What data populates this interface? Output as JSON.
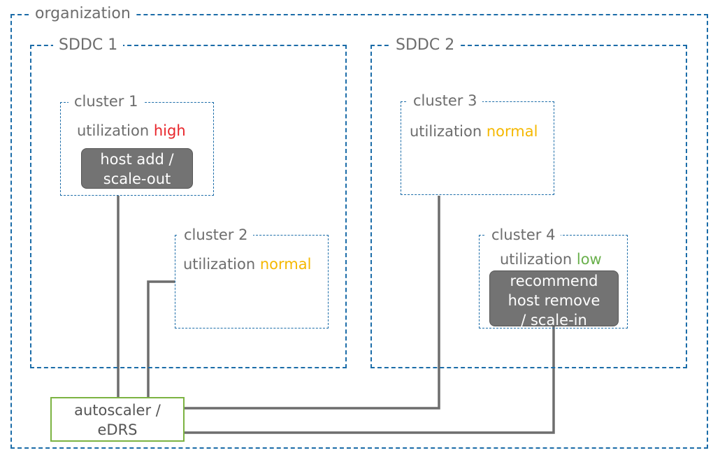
{
  "organization": {
    "label": "organization"
  },
  "sddc1": {
    "label": "SDDC 1"
  },
  "sddc2": {
    "label": "SDDC 2"
  },
  "clusters": [
    {
      "name": "cluster 1",
      "utilization_prefix": "utilization",
      "utilization_level": "high",
      "action_lines": [
        "host add /",
        "scale-out"
      ]
    },
    {
      "name": "cluster 2",
      "utilization_prefix": "utilization",
      "utilization_level": "normal"
    },
    {
      "name": "cluster 3",
      "utilization_prefix": "utilization",
      "utilization_level": "normal"
    },
    {
      "name": "cluster 4",
      "utilization_prefix": "utilization",
      "utilization_level": "low",
      "action_lines": [
        "recommend",
        "host remove",
        "/ scale-in"
      ]
    }
  ],
  "autoscaler": {
    "lines": [
      "autoscaler /",
      "eDRS"
    ]
  },
  "colors": {
    "border": "#1b6ca8",
    "high": "#e8262b",
    "normal": "#f5b800",
    "low": "#6ab04c",
    "action_bg": "#737373",
    "link": "#6d6d6d",
    "autoscaler_border": "#7cb342"
  }
}
